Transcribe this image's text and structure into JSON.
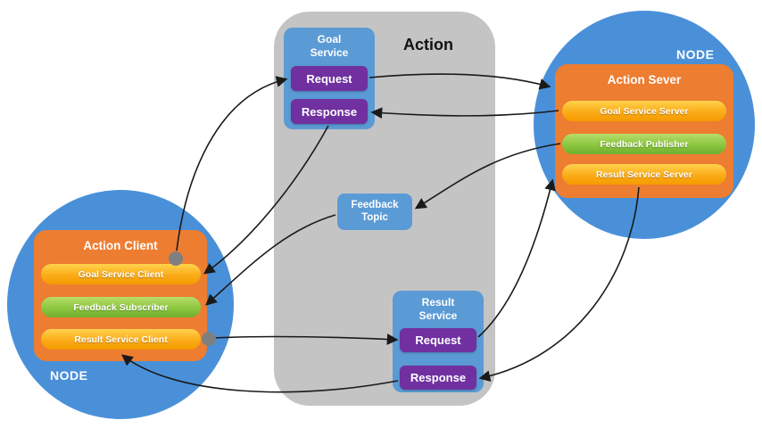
{
  "action_panel": {
    "title": "Action"
  },
  "goal_service": {
    "title": "Goal Service",
    "request_label": "Request",
    "response_label": "Response"
  },
  "feedback_topic": {
    "title": "Feedback Topic"
  },
  "result_service": {
    "title": "Result Service",
    "request_label": "Request",
    "response_label": "Response"
  },
  "client_node": {
    "node_label": "NODE",
    "title": "Action Client",
    "items": [
      {
        "label": "Goal Service Client",
        "kind": "orange"
      },
      {
        "label": "Feedback Subscriber",
        "kind": "green"
      },
      {
        "label": "Result Service Client",
        "kind": "orange"
      }
    ]
  },
  "server_node": {
    "node_label": "NODE",
    "title": "Action Sever",
    "items": [
      {
        "label": "Goal Service Server",
        "kind": "orange"
      },
      {
        "label": "Feedback Publisher",
        "kind": "green"
      },
      {
        "label": "Result Service Server",
        "kind": "orange"
      }
    ]
  },
  "colors": {
    "panel_gray": "#c4c4c4",
    "node_blue": "#4a90d9",
    "service_blue": "#5b9bd5",
    "request_purple": "#7030a0",
    "actor_orange": "#ed7d31",
    "pill_orange": "#fbab18",
    "pill_green": "#8cc63f",
    "arrow_black": "#1a1a1a",
    "connector_dot_gray": "#7f7f7f"
  }
}
